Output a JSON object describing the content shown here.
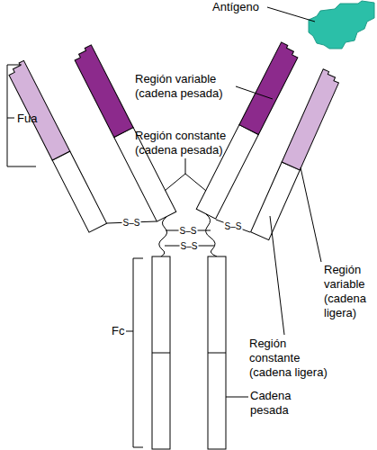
{
  "diagram": {
    "labels": [
      "Antígeno",
      "Región variable (cadena pesada)",
      "Región constante (cadena pesada)",
      "Región variable (cadena ligera)",
      "Región constante (cadena ligera)",
      "Cadena pesada",
      "Fua",
      "Fc",
      "S–S",
      "S–S",
      "S–S",
      "S–S"
    ]
  }
}
